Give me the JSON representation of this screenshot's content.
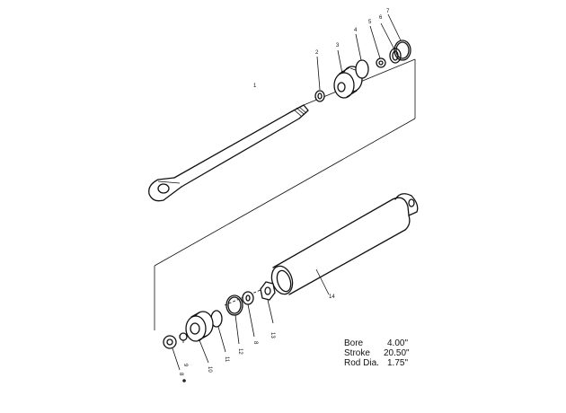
{
  "callouts": {
    "c1": "1",
    "c2": "2",
    "c3": "3",
    "c4": "4",
    "c5": "5",
    "c6": "6",
    "c7": "7",
    "c8a": "8",
    "c8b": "8",
    "c9": "9",
    "c10": "10",
    "c11": "11",
    "c12": "12",
    "c13": "13",
    "c14": "14"
  },
  "specs": {
    "bore_label": "Bore",
    "bore_value": "4.00\"",
    "stroke_label": "Stroke",
    "stroke_value": "20.50\"",
    "rod_label": "Rod Dia.",
    "rod_value": "1.75\""
  }
}
